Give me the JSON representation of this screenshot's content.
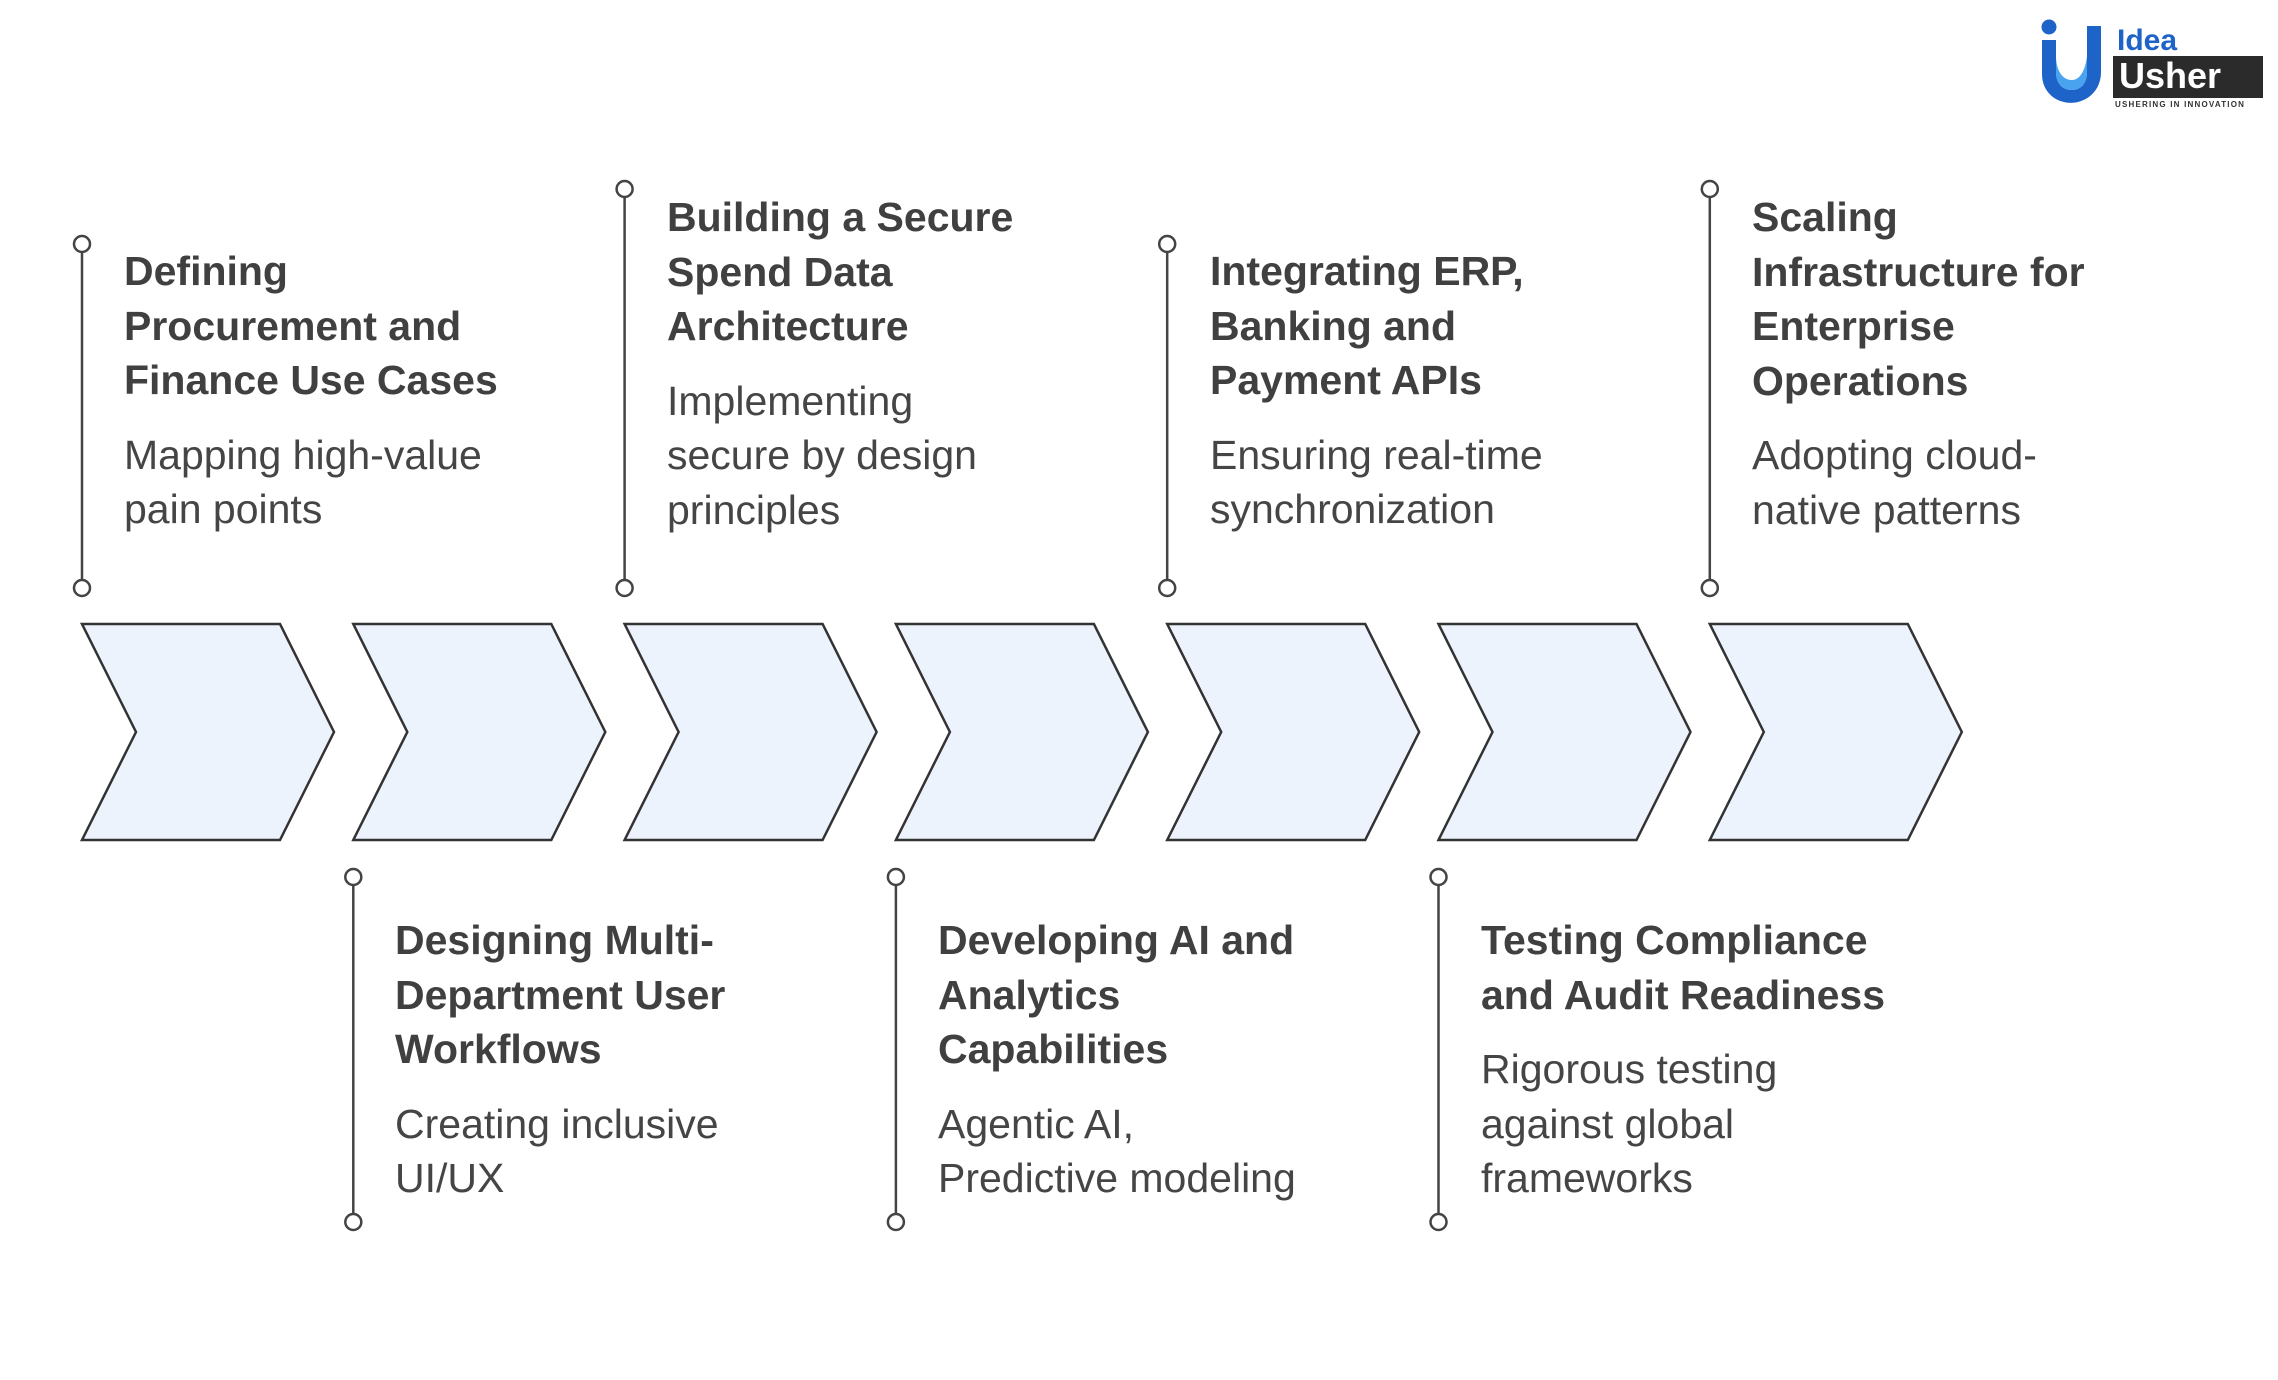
{
  "logo": {
    "word_top": "Idea",
    "word_bottom": "Usher",
    "tagline": "USHERING IN INNOVATION",
    "colors": {
      "primary_blue": "#1e63c7",
      "light_blue": "#4aa3ee",
      "dark": "#2b2b2b"
    }
  },
  "colors": {
    "chevron_fill": "#edf3fd",
    "chevron_stroke": "#333333",
    "connector": "#444444",
    "text": "#404040"
  },
  "steps": [
    {
      "title_lines": [
        "Defining",
        "Procurement and",
        "Finance Use Cases"
      ],
      "desc_lines": [
        "Mapping high-value",
        "pain points"
      ]
    },
    {
      "title_lines": [
        "Designing Multi-",
        "Department User",
        "Workflows"
      ],
      "desc_lines": [
        "Creating inclusive",
        "UI/UX"
      ]
    },
    {
      "title_lines": [
        "Building a Secure",
        "Spend Data",
        "Architecture"
      ],
      "desc_lines": [
        "Implementing",
        "secure by design",
        "principles"
      ]
    },
    {
      "title_lines": [
        "Developing AI and",
        "Analytics",
        "Capabilities"
      ],
      "desc_lines": [
        "Agentic AI,",
        "Predictive modeling"
      ]
    },
    {
      "title_lines": [
        "Integrating ERP,",
        "Banking and",
        "Payment APIs"
      ],
      "desc_lines": [
        "Ensuring real-time",
        "synchronization"
      ]
    },
    {
      "title_lines": [
        "Testing Compliance",
        "and Audit Readiness"
      ],
      "desc_lines": [
        "Rigorous testing",
        "against global",
        "frameworks"
      ]
    },
    {
      "title_lines": [
        "Scaling",
        "Infrastructure for",
        "Enterprise",
        "Operations"
      ],
      "desc_lines": [
        "Adopting cloud-",
        "native patterns"
      ]
    }
  ]
}
